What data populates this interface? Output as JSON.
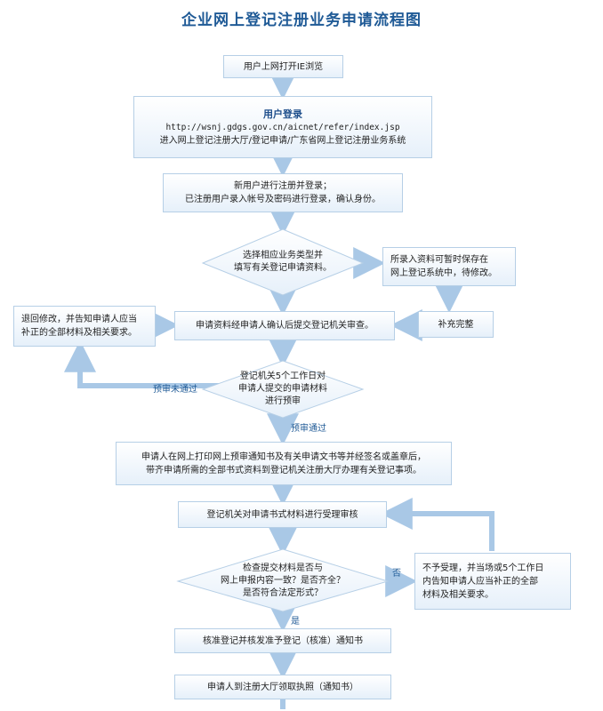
{
  "title": "企业网上登记注册业务申请流程图",
  "steps": {
    "open_ie": "用户上网打开IE浏览",
    "login_title": "用户登录",
    "login_url": "http://wsnj.gdgs.gov.cn/aicnet/refer/index.jsp",
    "login_path": "进入网上登记注册大厅/登记申请/广东省网上登记注册业务系统",
    "register_line1": "新用户进行注册并登录；",
    "register_line2": "已注册用户录入帐号及密码进行登录，确认身份。",
    "select_line1": "选择相应业务类型并",
    "select_line2": "填写有关登记申请资料。",
    "save_line1": "所录入资料可暂时保存在",
    "save_line2": "网上登记系统中，待修改。",
    "supplement": "补充完整",
    "return_line1": "退回修改，并告知申请人应当",
    "return_line2": "补正的全部材料及相关要求。",
    "submit": "申请资料经申请人确认后提交登记机关审查。",
    "pre_line1": "登记机关5个工作日对",
    "pre_line2": "申请人提交的申请材料",
    "pre_line3": "进行预审",
    "pre_fail": "预审未通过",
    "pre_pass": "预审通过",
    "print_line1": "申请人在网上打印网上预审通知书及有关申请文书等并经签名或盖章后，",
    "print_line2": "带齐申请所需的全部书式资料到登记机关注册大厅办理有关登记事项。",
    "review": "登记机关对申请书式材料进行受理审核",
    "check_line1": "检查提交材料是否与",
    "check_line2": "网上申报内容一致？是否齐全？",
    "check_line3": "是否符合法定形式？",
    "no_label": "否",
    "yes_label": "是",
    "reject_line1": "不予受理，并当场或5个工作日",
    "reject_line2": "内告知申请人应当补正的全部",
    "reject_line3": "材料及相关要求。",
    "approve": "核准登记并核发准予登记（核准）通知书",
    "license": "申请人到注册大厅领取执照（通知书）"
  }
}
